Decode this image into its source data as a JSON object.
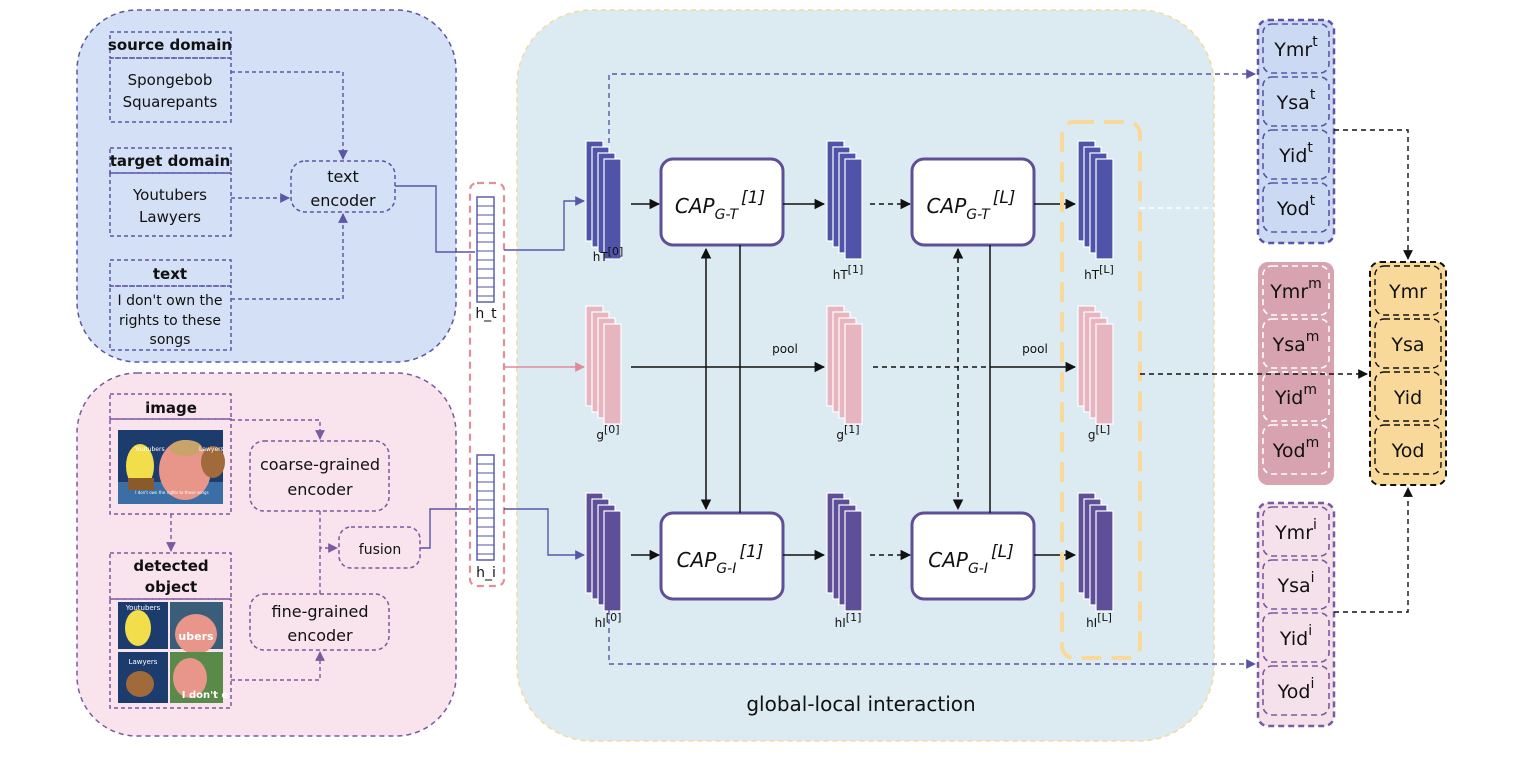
{
  "colors": {
    "text_panel_fill": "#d3e0f5",
    "text_panel_border": "#5b55a8",
    "image_panel_fill": "#f9e3ec",
    "image_panel_border": "#7a5aa0",
    "interaction_fill": "#dcebf1",
    "interaction_border": "#f3d9a0",
    "text_bar": "#4f54a8",
    "image_bar": "#5e4f98",
    "global_bar": "#e7b5bf",
    "cap_border": "#5e4f98",
    "pink_arrow": "#e08a9a",
    "gold_fill": "#f8d99a",
    "red_fill": "#d8a3b0",
    "blue_fill": "#cbdaf2",
    "purple_fill": "#f5e1ea"
  },
  "text_panel": {
    "source_domain_label": "source domain",
    "source_domain_line1": "Spongebob",
    "source_domain_line2": "Squarepants",
    "target_domain_label": "target domain",
    "target_domain_line1": "Youtubers",
    "target_domain_line2": "Lawyers",
    "text_label": "text",
    "text_line1": "I don't  own the",
    "text_line2": "rights to these",
    "text_line3": "songs",
    "encoder_line1": "text",
    "encoder_line2": "encoder"
  },
  "image_panel": {
    "image_label": "image",
    "meme_caption_top": "Youtubers",
    "meme_caption_right": "Lawyers",
    "meme_caption_bottom": "I don't own the rights to these songs",
    "coarse_line1": "coarse-grained",
    "coarse_line2": "encoder",
    "detected_line1": "detected",
    "detected_line2": "object",
    "crop1_caption": "Youtubers",
    "crop2_caption": "ubers",
    "crop3_caption": "Lawyers",
    "crop4_caption": "I don't e",
    "fusion_label": "fusion",
    "fine_line1": "fine-grained",
    "fine_line2": "encoder"
  },
  "embeddings": {
    "text_label": "h_t",
    "image_label": "h_i"
  },
  "interaction": {
    "title": "global-local interaction",
    "pool1": "pool",
    "pool2": "pool",
    "ht0": "hT",
    "ht0_sup": "[0]",
    "ht1": "hT",
    "ht1_sup": "[1]",
    "htL": "hT",
    "htL_sup": "[L]",
    "g0": "g",
    "g0_sup": "[0]",
    "g1": "g",
    "g1_sup": "[1]",
    "gL": "g",
    "gL_sup": "[L]",
    "hi0": "hI",
    "hi0_sup": "[0]",
    "hi1": "hI",
    "hi1_sup": "[1]",
    "hiL": "hI",
    "hiL_sup": "[L]",
    "cap_gt1_main": "CAP",
    "cap_gt1_sub": "G-T",
    "cap_gt1_sup": "[1]",
    "cap_gtL_main": "CAP",
    "cap_gtL_sub": "G-T",
    "cap_gtL_sup": "[L]",
    "cap_gi1_main": "CAP",
    "cap_gi1_sub": "G-I",
    "cap_gi1_sup": "[1]",
    "cap_giL_main": "CAP",
    "cap_giL_sub": "G-I",
    "cap_giL_sup": "[L]"
  },
  "outputs": {
    "text": [
      {
        "base": "Ymr",
        "sup": "t"
      },
      {
        "base": "Ysa",
        "sup": "t"
      },
      {
        "base": "Yid",
        "sup": "t"
      },
      {
        "base": "Yod",
        "sup": "t"
      }
    ],
    "global": [
      {
        "base": "Ymr",
        "sup": "m"
      },
      {
        "base": "Ysa",
        "sup": "m"
      },
      {
        "base": "Yid",
        "sup": "m"
      },
      {
        "base": "Yod",
        "sup": "m"
      }
    ],
    "image": [
      {
        "base": "Ymr",
        "sup": "i"
      },
      {
        "base": "Ysa",
        "sup": "i"
      },
      {
        "base": "Yid",
        "sup": "i"
      },
      {
        "base": "Yod",
        "sup": "i"
      }
    ],
    "final": [
      "Ymr",
      "Ysa",
      "Yid",
      "Yod"
    ]
  }
}
